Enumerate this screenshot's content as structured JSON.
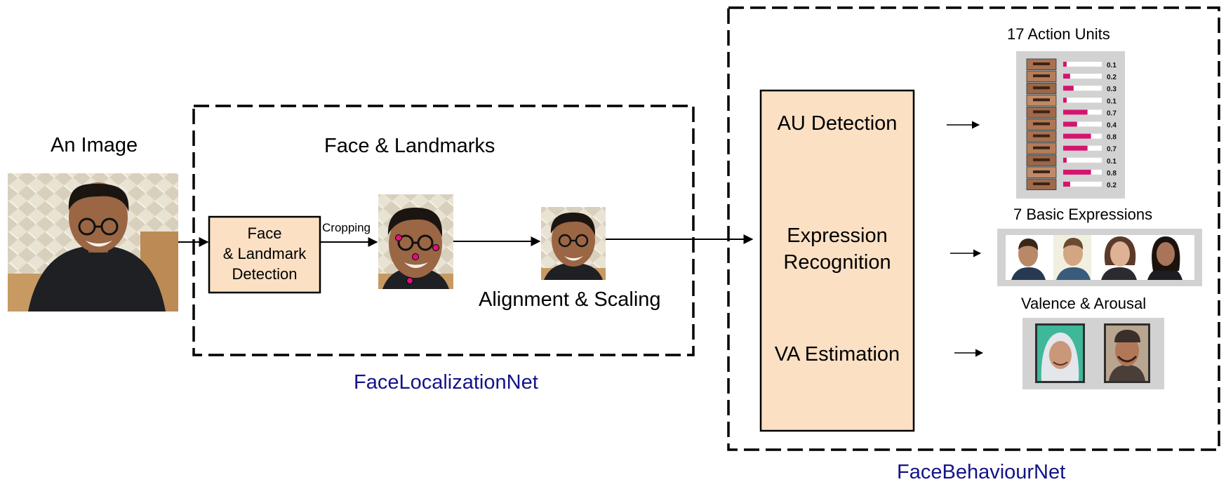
{
  "input": {
    "title": "An Image",
    "icon": "person-photo"
  },
  "face_localization": {
    "heading": "Face & Landmarks",
    "detector_line1": "Face",
    "detector_line2": "& Landmark",
    "detector_line3": "Detection",
    "crop_label": "Cropping",
    "align_label": "Alignment & Scaling",
    "net_name": "FaceLocalizationNet"
  },
  "face_behaviour": {
    "au_task": "AU Detection",
    "expr_task_line1": "Expression",
    "expr_task_line2": "Recognition",
    "va_task": "VA Estimation",
    "net_name": "FaceBehaviourNet"
  },
  "outputs": {
    "au_title": "17 Action Units",
    "expr_title": "7 Basic Expressions",
    "va_title": "Valence & Arousal"
  },
  "au_values": [
    "0.1",
    "0.2",
    "0.3",
    "0.1",
    "0.7",
    "0.4",
    "0.8",
    "0.7",
    "0.1",
    "0.8",
    "0.2"
  ],
  "colors": {
    "box_fill": "#fbe0c4",
    "bar_accent": "#d4146f",
    "gray_panel": "#d2d2d2",
    "net_label": "#141488"
  }
}
